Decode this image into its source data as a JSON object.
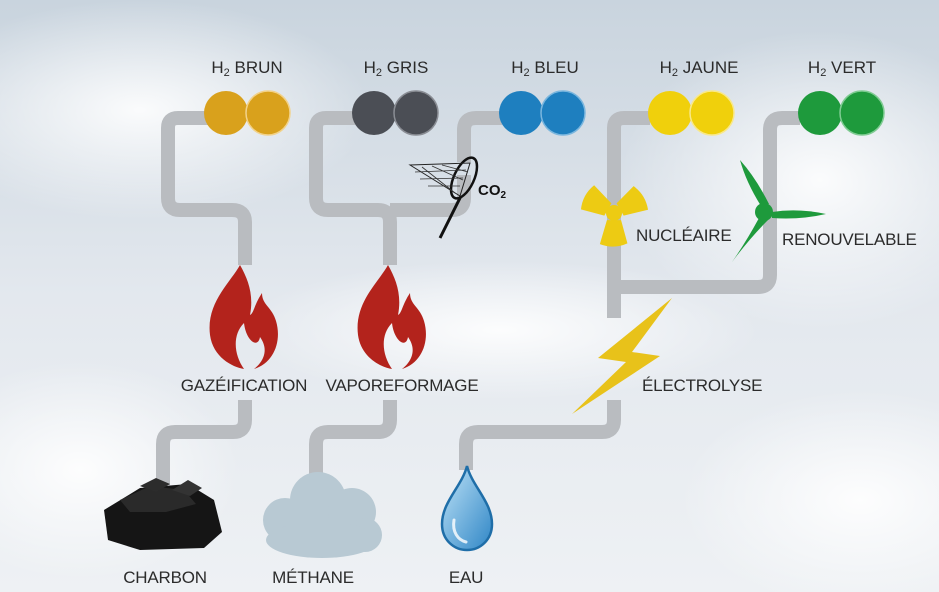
{
  "hydrogen_types": [
    {
      "prefix": "H",
      "sub": "2",
      "name": "BRUN",
      "color": "#D9A11C"
    },
    {
      "prefix": "H",
      "sub": "2",
      "name": "GRIS",
      "color": "#4B4E55"
    },
    {
      "prefix": "H",
      "sub": "2",
      "name": "BLEU",
      "color": "#1E7FBF"
    },
    {
      "prefix": "H",
      "sub": "2",
      "name": "JAUNE",
      "color": "#F0D00C"
    },
    {
      "prefix": "H",
      "sub": "2",
      "name": "VERT",
      "color": "#1E9A3C"
    }
  ],
  "processes": {
    "gasification": "GAZÉIFICATION",
    "steam_reforming": "VAPOREFORMAGE",
    "electrolysis": "ÉLECTROLYSE"
  },
  "sources": {
    "coal": "CHARBON",
    "methane": "MÉTHANE",
    "water": "EAU"
  },
  "energies": {
    "nuclear": "NUCLÉAIRE",
    "renewable": "RENOUVELABLE"
  },
  "capture": {
    "prefix": "CO",
    "sub": "2"
  },
  "colors": {
    "pipe": "#B9BCC0",
    "flame": "#B3231C",
    "lightning": "#E8C21A",
    "water_drop": "#4A9CCF",
    "coal": "#1A1A1A",
    "methane_cloud": "#B8C9D3"
  }
}
